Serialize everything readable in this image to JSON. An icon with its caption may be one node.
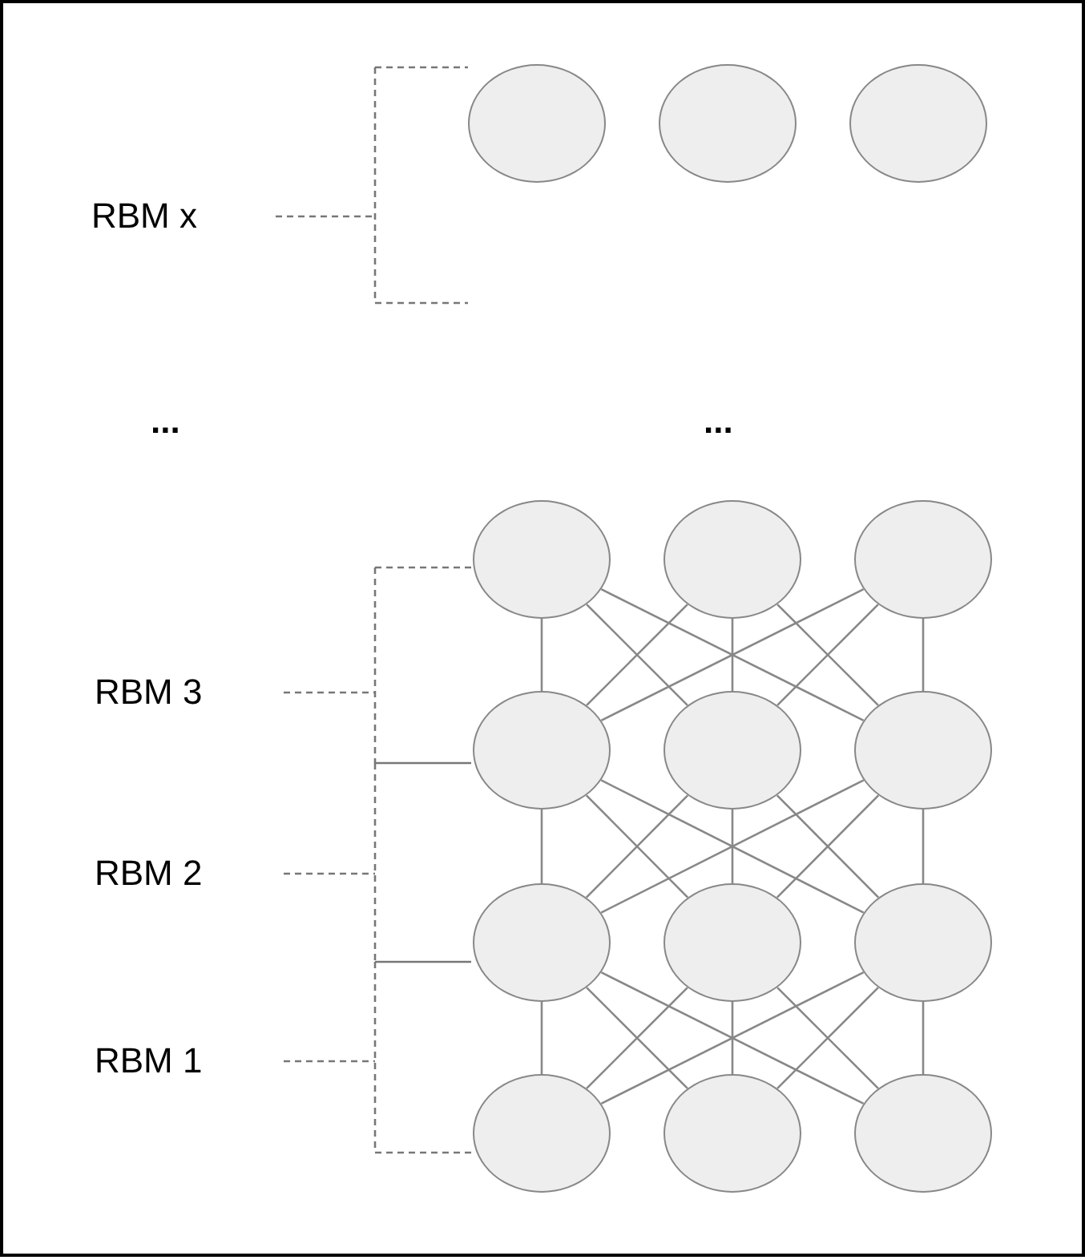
{
  "diagram": {
    "nodes": [
      {
        "text": [],
        "shape": "circle"
      },
      {
        "text": [],
        "shape": "circle"
      },
      {
        "text": [],
        "shape": "circle"
      },
      {
        "text": [],
        "shape": "circle"
      },
      {
        "text": [],
        "shape": "circle"
      },
      {
        "text": [],
        "shape": "circle"
      },
      {
        "text": [],
        "shape": "circle"
      },
      {
        "text": [],
        "shape": "circle"
      },
      {
        "text": [],
        "shape": "circle"
      },
      {
        "text": [],
        "shape": "circle"
      },
      {
        "text": [],
        "shape": "circle"
      },
      {
        "text": [],
        "shape": "circle"
      },
      {
        "text": [],
        "shape": "circle"
      },
      {
        "text": [],
        "shape": "circle"
      },
      {
        "text": [],
        "shape": "circle"
      }
    ],
    "edges": [
      {
        "from": 3,
        "to": 6,
        "arrow": "none"
      },
      {
        "from": 3,
        "to": 7,
        "arrow": "none"
      },
      {
        "from": 3,
        "to": 8,
        "arrow": "none"
      },
      {
        "from": 4,
        "to": 6,
        "arrow": "none"
      },
      {
        "from": 4,
        "to": 7,
        "arrow": "none"
      },
      {
        "from": 4,
        "to": 8,
        "arrow": "none"
      },
      {
        "from": 5,
        "to": 6,
        "arrow": "none"
      },
      {
        "from": 5,
        "to": 7,
        "arrow": "none"
      },
      {
        "from": 5,
        "to": 8,
        "arrow": "none"
      },
      {
        "from": 6,
        "to": 9,
        "arrow": "none"
      },
      {
        "from": 6,
        "to": 10,
        "arrow": "none"
      },
      {
        "from": 6,
        "to": 11,
        "arrow": "none"
      },
      {
        "from": 7,
        "to": 9,
        "arrow": "none"
      },
      {
        "from": 7,
        "to": 10,
        "arrow": "none"
      },
      {
        "from": 7,
        "to": 11,
        "arrow": "none"
      },
      {
        "from": 8,
        "to": 9,
        "arrow": "none"
      },
      {
        "from": 8,
        "to": 10,
        "arrow": "none"
      },
      {
        "from": 8,
        "to": 11,
        "arrow": "none"
      },
      {
        "from": 9,
        "to": 12,
        "arrow": "none"
      },
      {
        "from": 9,
        "to": 13,
        "arrow": "none"
      },
      {
        "from": 9,
        "to": 14,
        "arrow": "none"
      },
      {
        "from": 10,
        "to": 12,
        "arrow": "none"
      },
      {
        "from": 10,
        "to": 13,
        "arrow": "none"
      },
      {
        "from": 10,
        "to": 14,
        "arrow": "none"
      },
      {
        "from": 11,
        "to": 12,
        "arrow": "none"
      },
      {
        "from": 11,
        "to": 13,
        "arrow": "none"
      },
      {
        "from": 11,
        "to": 14,
        "arrow": "none"
      }
    ],
    "labels": [
      "RBM x",
      "...",
      "...",
      "RBM 3",
      "RBM 2",
      "RBM 1"
    ]
  }
}
